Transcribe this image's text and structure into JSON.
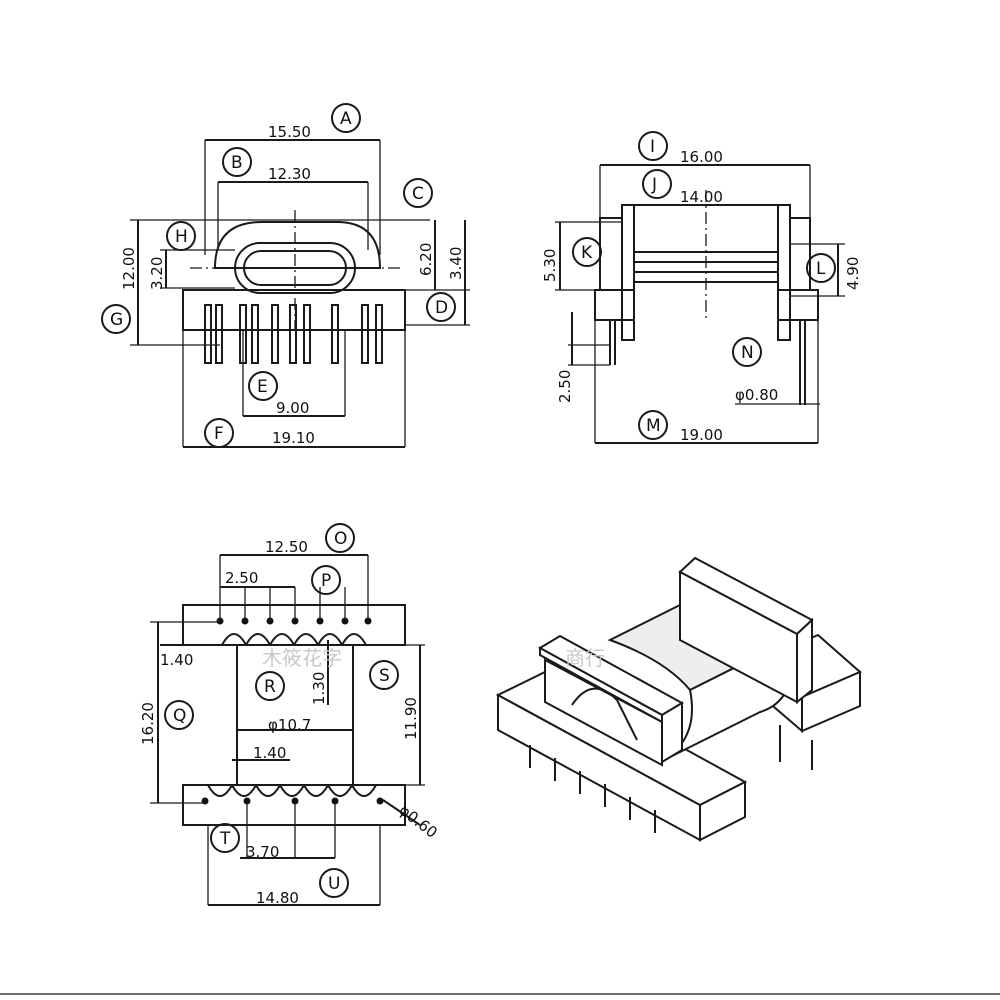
{
  "dimensions": {
    "A": "15.50",
    "B": "12.30",
    "C": "6.20",
    "D": "3.40",
    "E": "9.00",
    "F": "19.10",
    "G": "12.00",
    "H": "3.20",
    "I": "16.00",
    "J": "14.00",
    "K": "5.30",
    "L": "4.90",
    "M": "19.00",
    "N": "φ0.80",
    "N2": "2.50",
    "O": "12.50",
    "P": "2.50",
    "R": "1.30",
    "Rd": "φ10.7",
    "Q": "16.20",
    "S": "11.90",
    "T": "3.70",
    "U": "14.80",
    "pin": "φ0.60",
    "w1": "1.40",
    "w2": "1.40"
  },
  "callouts": {
    "A": "A",
    "B": "B",
    "C": "C",
    "D": "D",
    "E": "E",
    "F": "F",
    "G": "G",
    "H": "H",
    "I": "I",
    "J": "J",
    "K": "K",
    "L": "L",
    "M": "M",
    "N": "N",
    "O": "O",
    "P": "P",
    "Q": "Q",
    "R": "R",
    "S": "S",
    "T": "T",
    "U": "U"
  },
  "watermark": {
    "left": "木筱花字",
    "right": "商行"
  }
}
